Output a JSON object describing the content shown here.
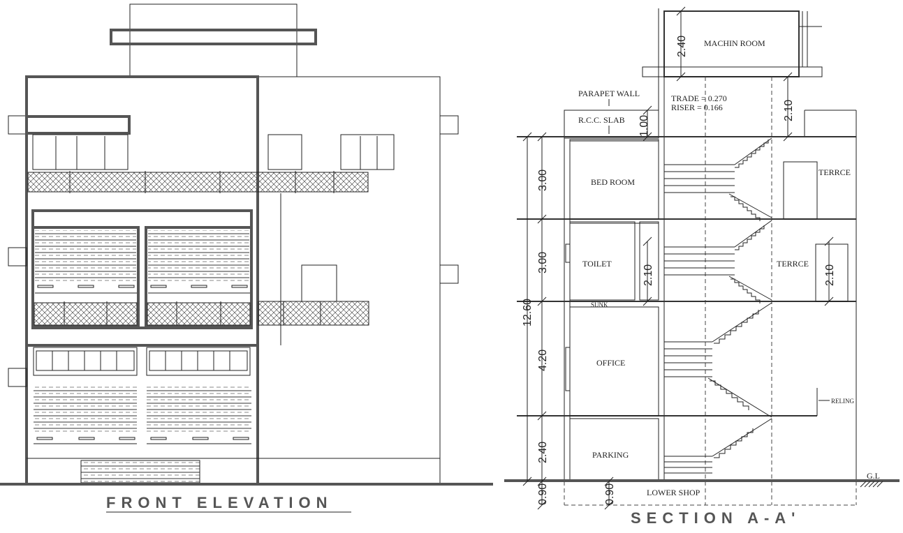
{
  "front_elevation": {
    "title": "FRONT ELEVATION"
  },
  "section": {
    "title": "SECTION A-A'",
    "labels": {
      "machine_room": "MACHIN ROOM",
      "parapet_wall": "PARAPET WALL",
      "rcc_slab": "R.C.C. SLAB",
      "trade": "TRADE = 0.270",
      "riser": "RISER    = 0.166",
      "bedroom": "BED ROOM",
      "terrace_upper": "TERRCE",
      "toilet": "TOILET",
      "terrace_lower": "TERRCE",
      "sunk": "SUNK",
      "office": "OFFICE",
      "railing": "RELING",
      "parking": "PARKING",
      "lower_shop": "LOWER SHOP",
      "ground_level": "G.L"
    },
    "dimensions": {
      "machine_room_height": "2.40",
      "top_clearance": "2.10",
      "parapet_height": "1.00",
      "bedroom_height": "3.00",
      "toilet_floor_height": "3.00",
      "toilet_door": "2.10",
      "terrace_door": "2.10",
      "overall_height": "12.60",
      "office_height": "4.20",
      "parking_height": "2.40",
      "lower_shop_depth_left": "0.90",
      "lower_shop_depth_mid": "0.90"
    }
  }
}
